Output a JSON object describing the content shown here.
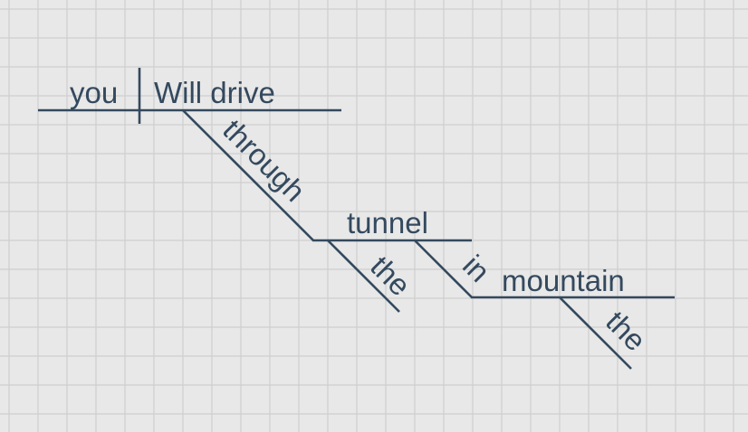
{
  "diagram": {
    "colors": {
      "background": "#e8e8e8",
      "grid": "#cfcfcf",
      "ink": "#34495e"
    },
    "words": {
      "subject": "you",
      "predicate": "Will drive",
      "preposition_1": "through",
      "object_1": "tunnel",
      "article_1": "the",
      "preposition_2": "in",
      "object_2": "mountain",
      "article_2": "the"
    }
  }
}
